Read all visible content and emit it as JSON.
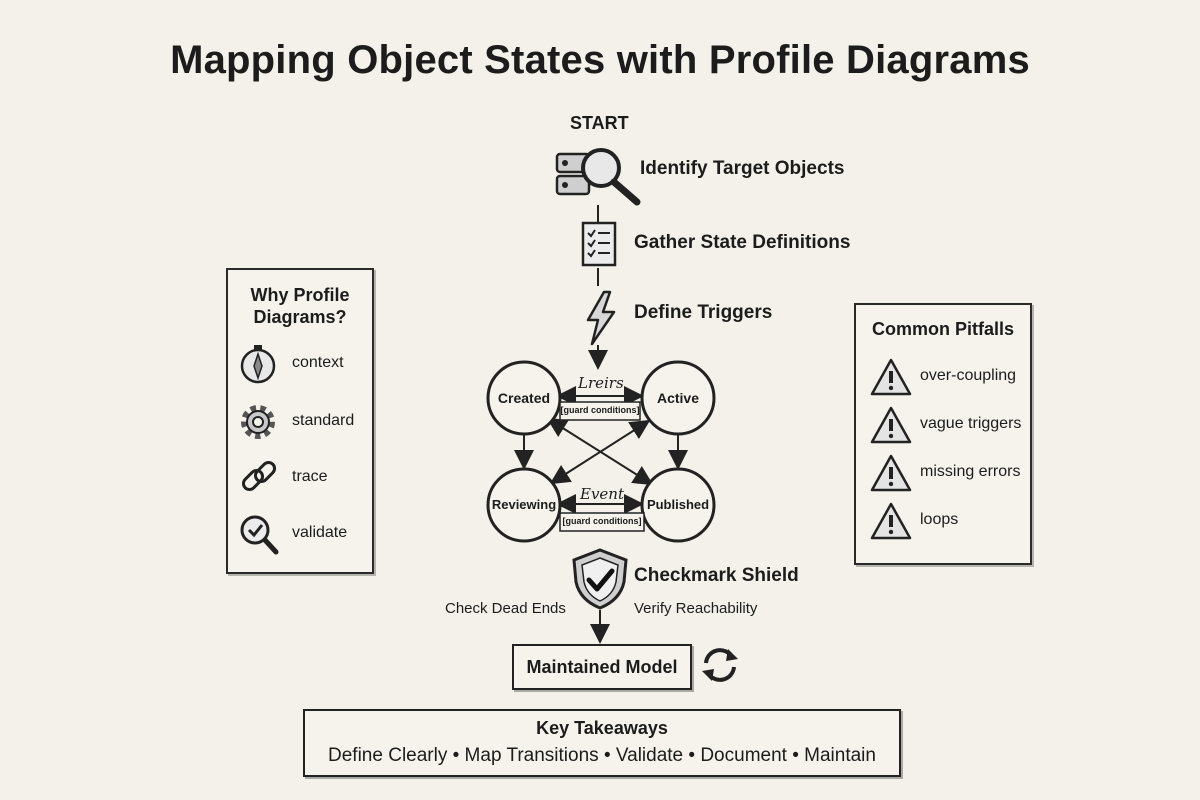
{
  "title": "Mapping Object States with Profile Diagrams",
  "flow": {
    "start": "START",
    "steps": [
      {
        "label": "Identify Target Objects",
        "icon": "magnifier-server-icon"
      },
      {
        "label": "Gather State Definitions",
        "icon": "checklist-icon"
      },
      {
        "label": "Define Triggers",
        "icon": "lightning-icon"
      }
    ],
    "states": [
      "Created",
      "Active",
      "Reviewing",
      "Published"
    ],
    "top_event": "Lreirs",
    "top_guard": "[guard conditions]",
    "bottom_event": "Event",
    "bottom_guard": "[guard conditions]",
    "shield_label": "Checkmark Shield",
    "check_left": "Check Dead Ends",
    "check_right": "Verify Reachability",
    "model": "Maintained Model"
  },
  "why": {
    "title": "Why Profile Diagrams?",
    "items": [
      {
        "label": "context",
        "icon": "compass-icon"
      },
      {
        "label": "standard",
        "icon": "gear-icon"
      },
      {
        "label": "trace",
        "icon": "chain-link-icon"
      },
      {
        "label": "validate",
        "icon": "magnifier-check-icon"
      }
    ]
  },
  "pitfalls": {
    "title": "Common Pitfalls",
    "items": [
      "over-coupling",
      "vague triggers",
      "missing errors",
      "loops"
    ]
  },
  "takeaways": {
    "title": "Key Takeaways",
    "items": "Define Clearly • Map Transitions • Validate • Document • Maintain"
  }
}
